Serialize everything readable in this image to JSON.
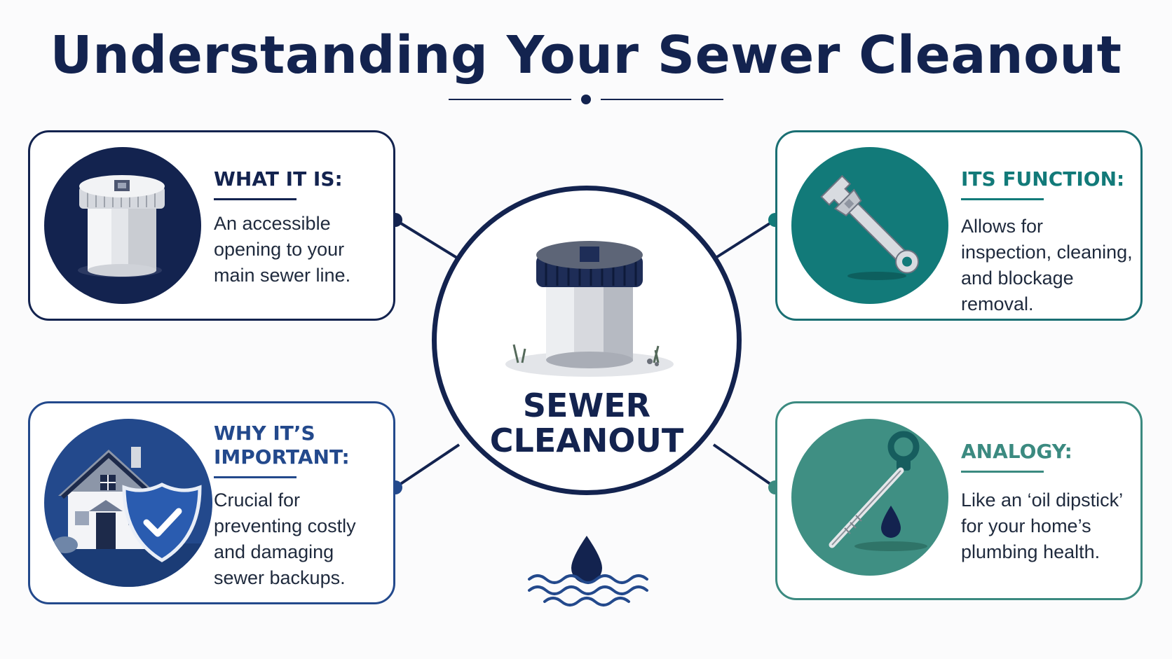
{
  "title": "Understanding Your Sewer Cleanout",
  "center": {
    "line1": "SEWER",
    "line2": "CLEANOUT",
    "icon": "cleanout-pipe-icon"
  },
  "cards": {
    "what": {
      "heading": "WHAT IT IS:",
      "body": "An accessible opening to your main sewer line.",
      "icon": "cleanout-cap-icon"
    },
    "function": {
      "heading": "ITS FUNCTION:",
      "body": "Allows for inspection, cleaning, and blockage removal.",
      "icon": "wrench-icon"
    },
    "why": {
      "heading": "WHY IT’S\nIMPORTANT:",
      "body": "Crucial for preventing costly and damaging sewer backups.",
      "icon": "house-shield-icon"
    },
    "analogy": {
      "heading": "ANALOGY:",
      "body": "Like an ‘oil dipstick’ for your home’s plumbing health.",
      "icon": "dipstick-icon"
    }
  },
  "decor": {
    "bottom_icon": "water-drop-waves-icon"
  },
  "colors": {
    "navy": "#13234f",
    "teal": "#127a79",
    "blue": "#23498c",
    "sea_green": "#3b8a80"
  }
}
